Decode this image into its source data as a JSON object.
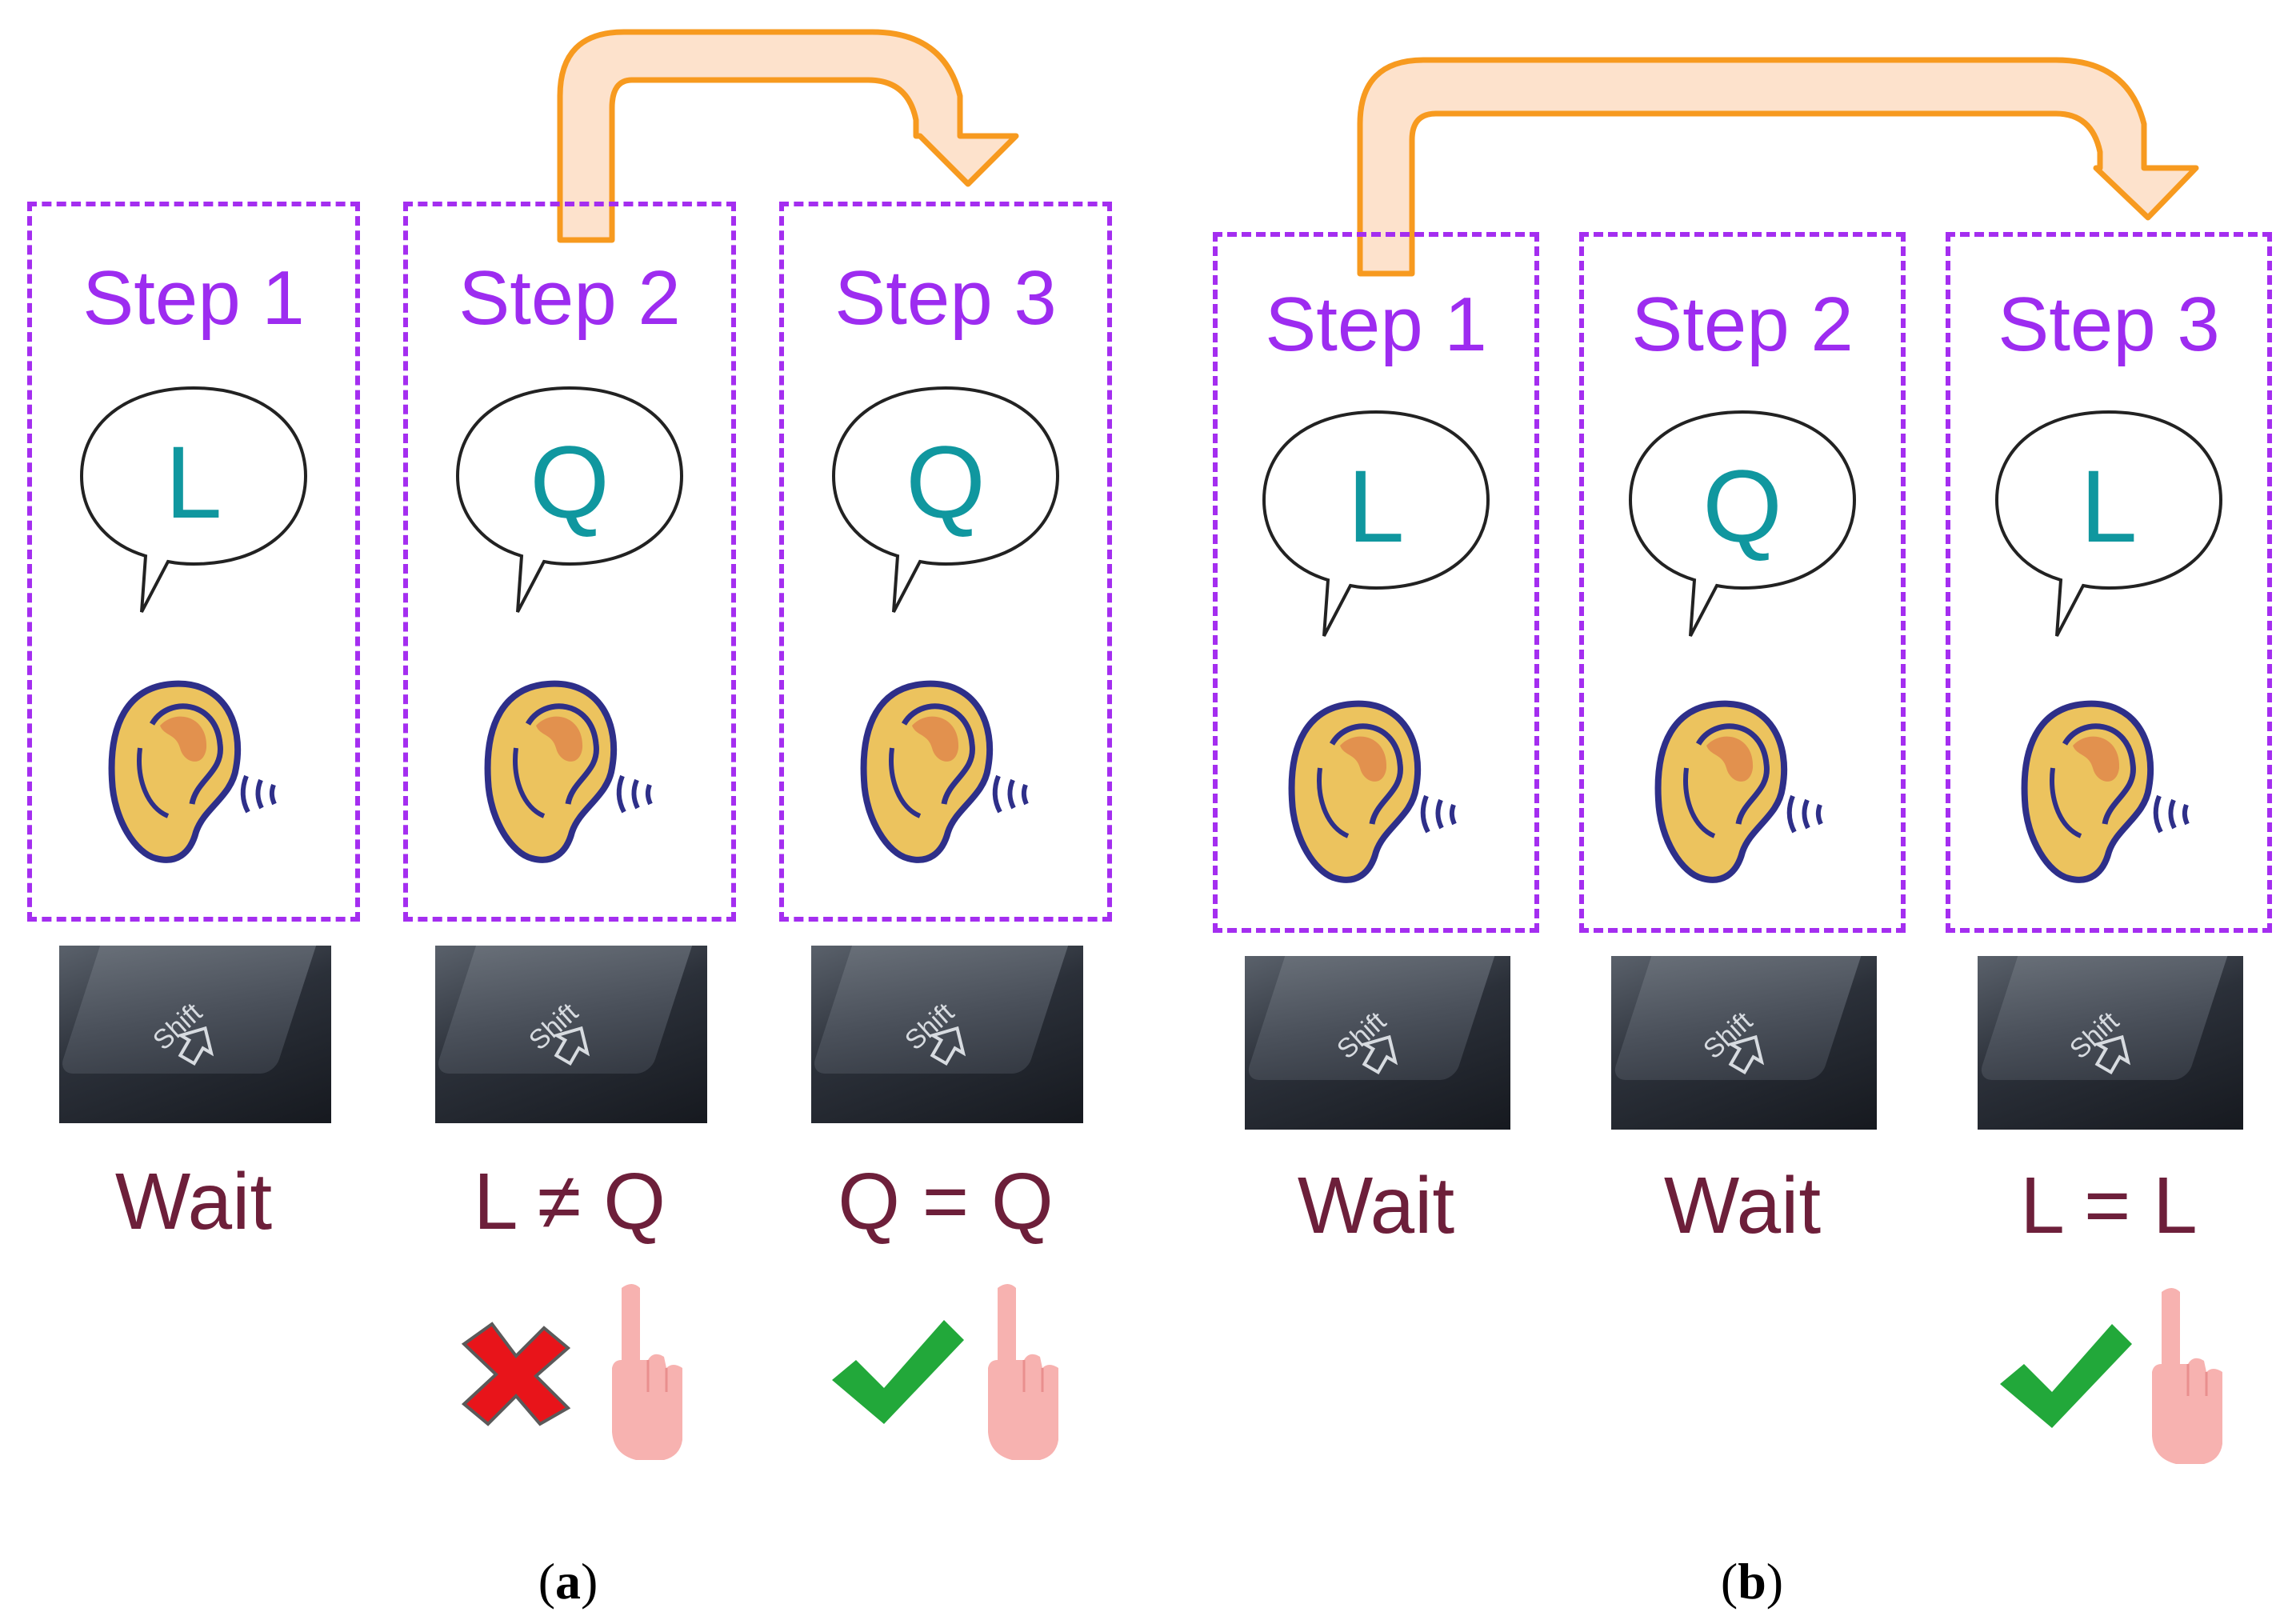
{
  "panels": [
    {
      "label": "a",
      "steps": [
        {
          "title": "Step 1",
          "heard": "L",
          "caption": "Wait",
          "result": ""
        },
        {
          "title": "Step 2",
          "heard": "Q",
          "caption": "L ≠ Q",
          "result": "wrong"
        },
        {
          "title": "Step 3",
          "heard": "Q",
          "caption": "Q = Q",
          "result": "correct"
        }
      ]
    },
    {
      "label": "b",
      "steps": [
        {
          "title": "Step 1",
          "heard": "L",
          "caption": "Wait",
          "result": ""
        },
        {
          "title": "Step 2",
          "heard": "Q",
          "caption": "Wait",
          "result": ""
        },
        {
          "title": "Step 3",
          "heard": "L",
          "caption": "L = L",
          "result": "correct"
        }
      ]
    }
  ],
  "key_label": "Shift",
  "icons": [
    "speech-bubble-icon",
    "ear-icon",
    "shift-key-photo",
    "cross-icon",
    "check-icon",
    "pointing-hand-icon",
    "curved-arrow-icon"
  ],
  "colors": {
    "dashed_box": "#a42ef0",
    "step_title": "#9d2cf0",
    "letter": "#10979f",
    "caption": "#6d1f3a",
    "arrow_fill": "#fde2cc",
    "arrow_stroke": "#f79a1f",
    "check": "#22a83a",
    "cross": "#e8141a",
    "hand": "#f7b2b0"
  }
}
